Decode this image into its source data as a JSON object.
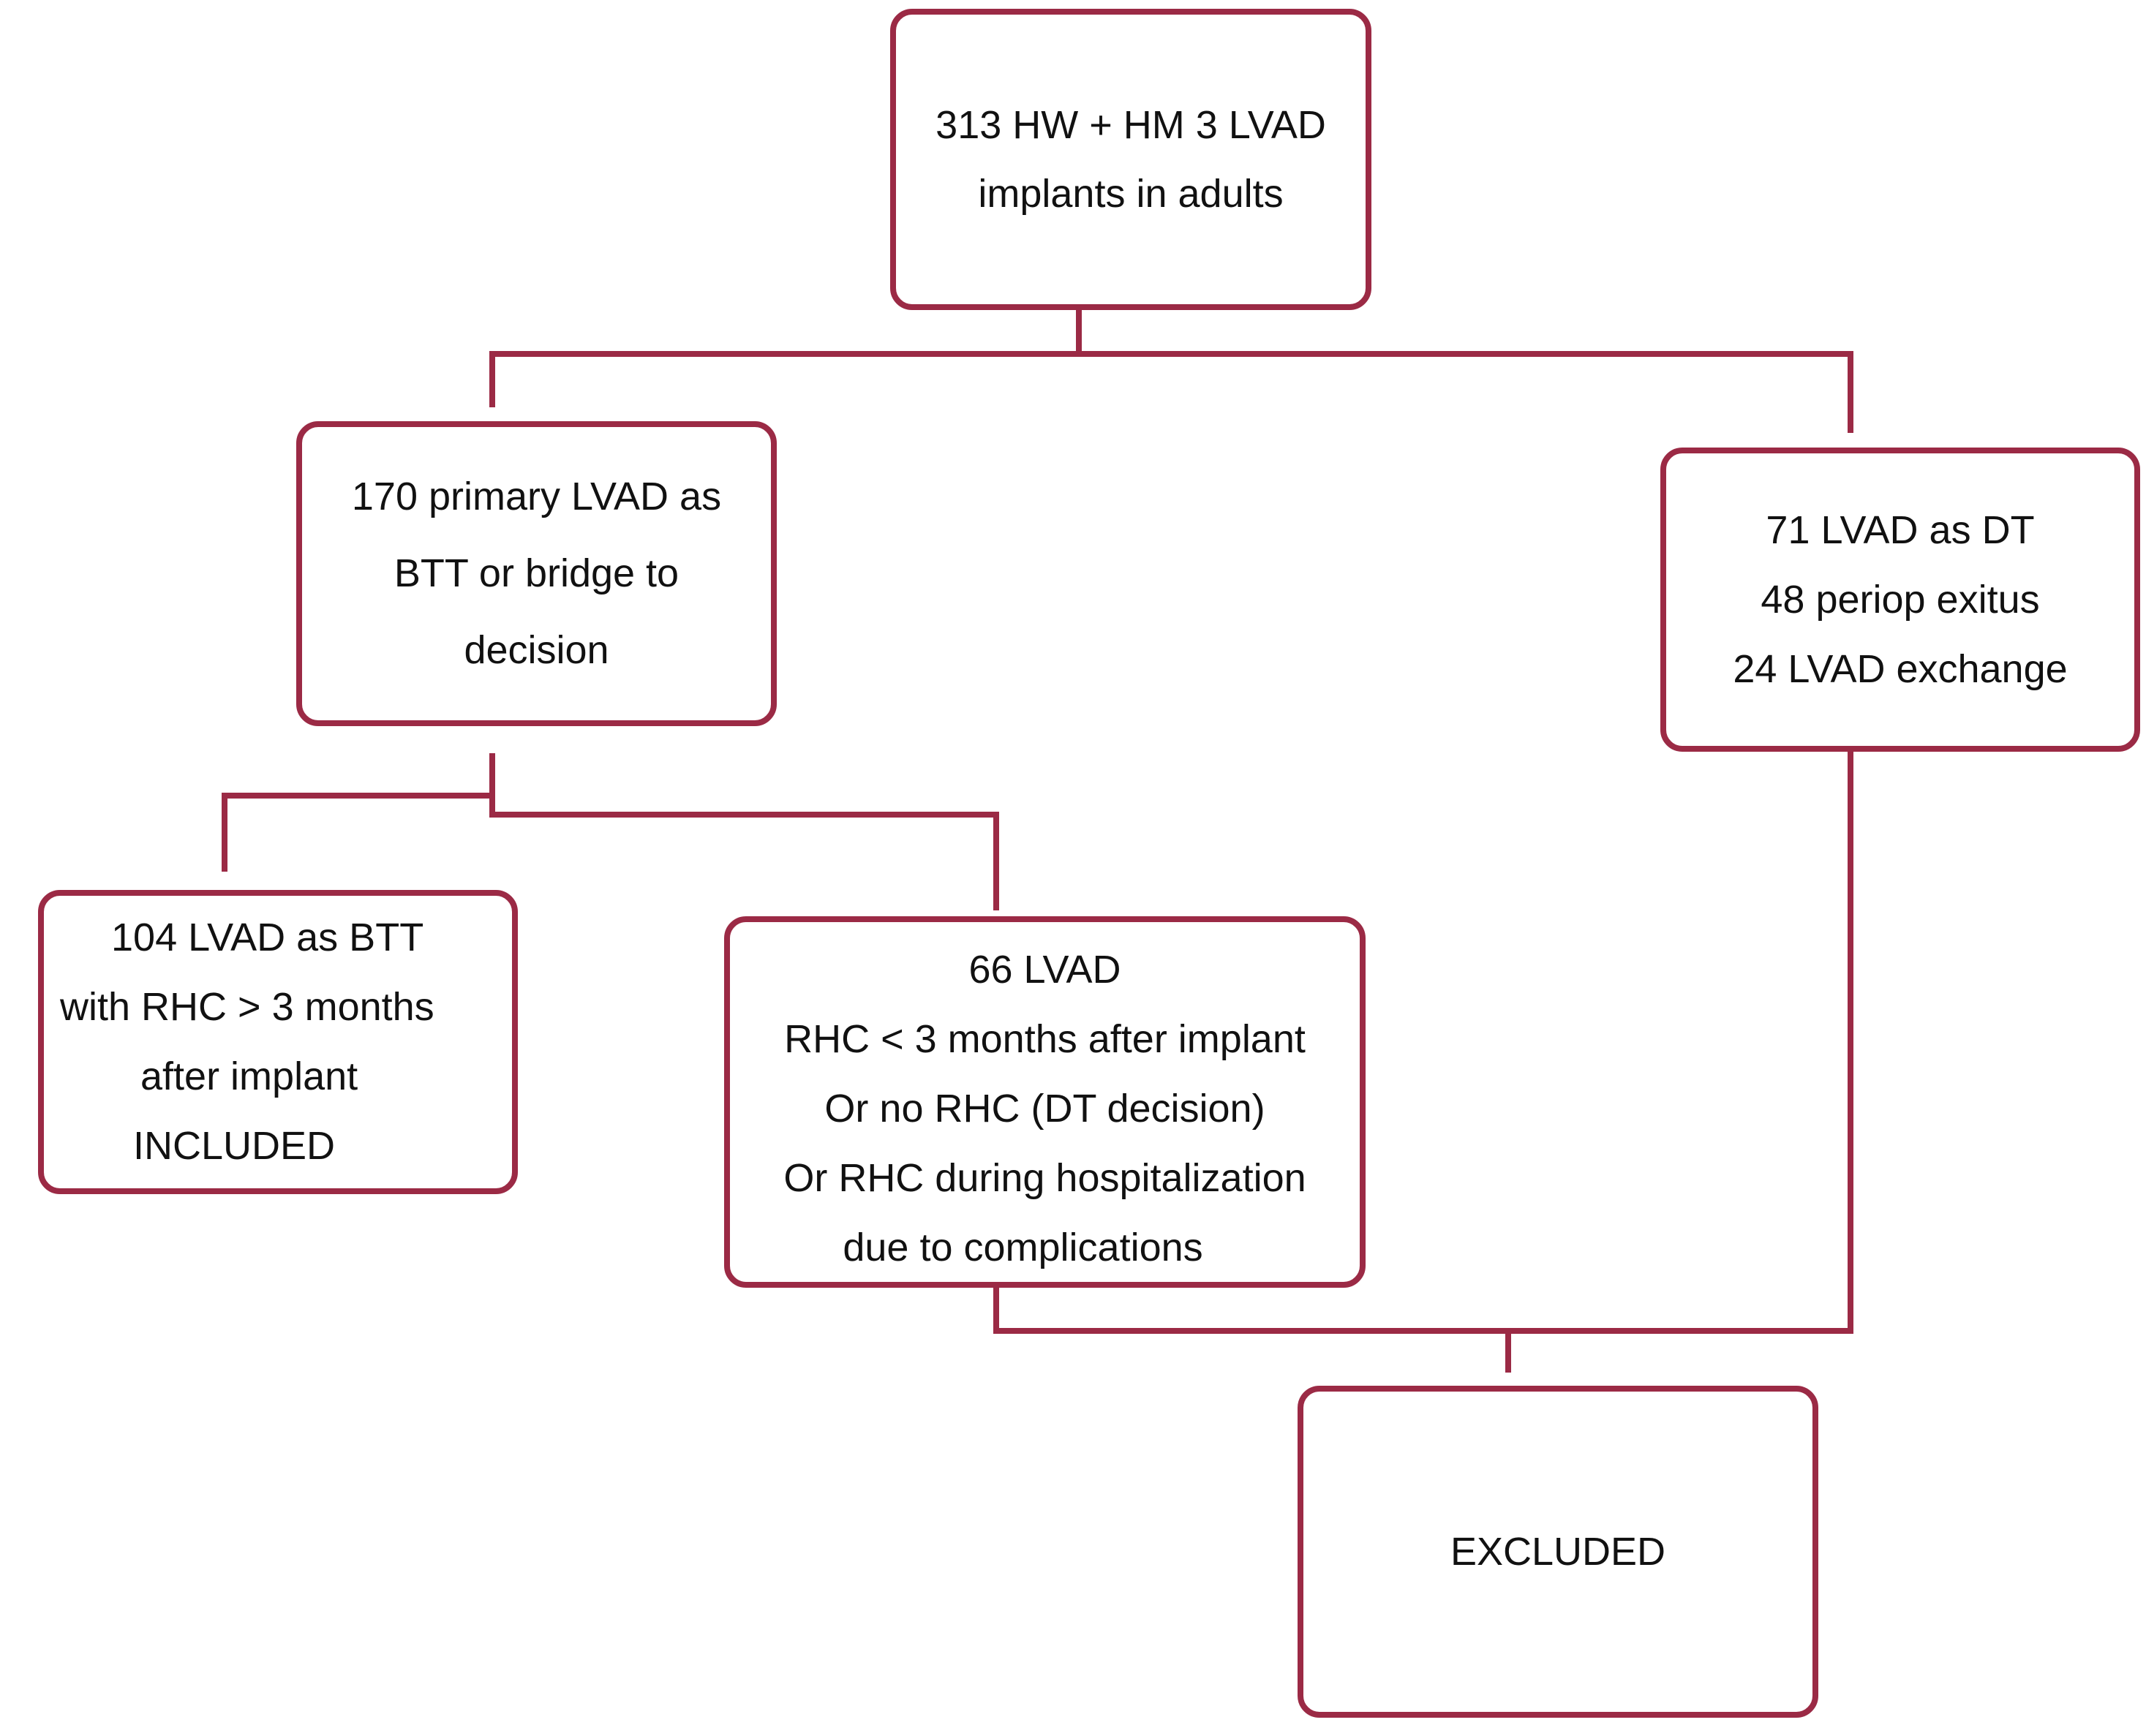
{
  "flowchart": {
    "line_color": "#9b2a45",
    "nodes": {
      "root": {
        "lines": [
          "313 HW + HM 3 LVAD",
          "implants in adults"
        ]
      },
      "primary": {
        "lines": [
          "170 primary LVAD as",
          "BTT or bridge to",
          "decision"
        ]
      },
      "dt": {
        "lines": [
          "71 LVAD as DT",
          "48 periop exitus",
          "24  LVAD exchange"
        ]
      },
      "btt": {
        "lines": [
          "104 LVAD as BTT",
          "with RHC > 3 months",
          "after implant",
          "INCLUDED"
        ]
      },
      "early_rhc": {
        "lines": [
          "66 LVAD",
          "RHC < 3 months after implant",
          "Or no RHC (DT decision)",
          "Or RHC during hospitalization",
          "due to complications"
        ]
      },
      "excluded": {
        "lines": [
          "EXCLUDED"
        ]
      }
    }
  }
}
